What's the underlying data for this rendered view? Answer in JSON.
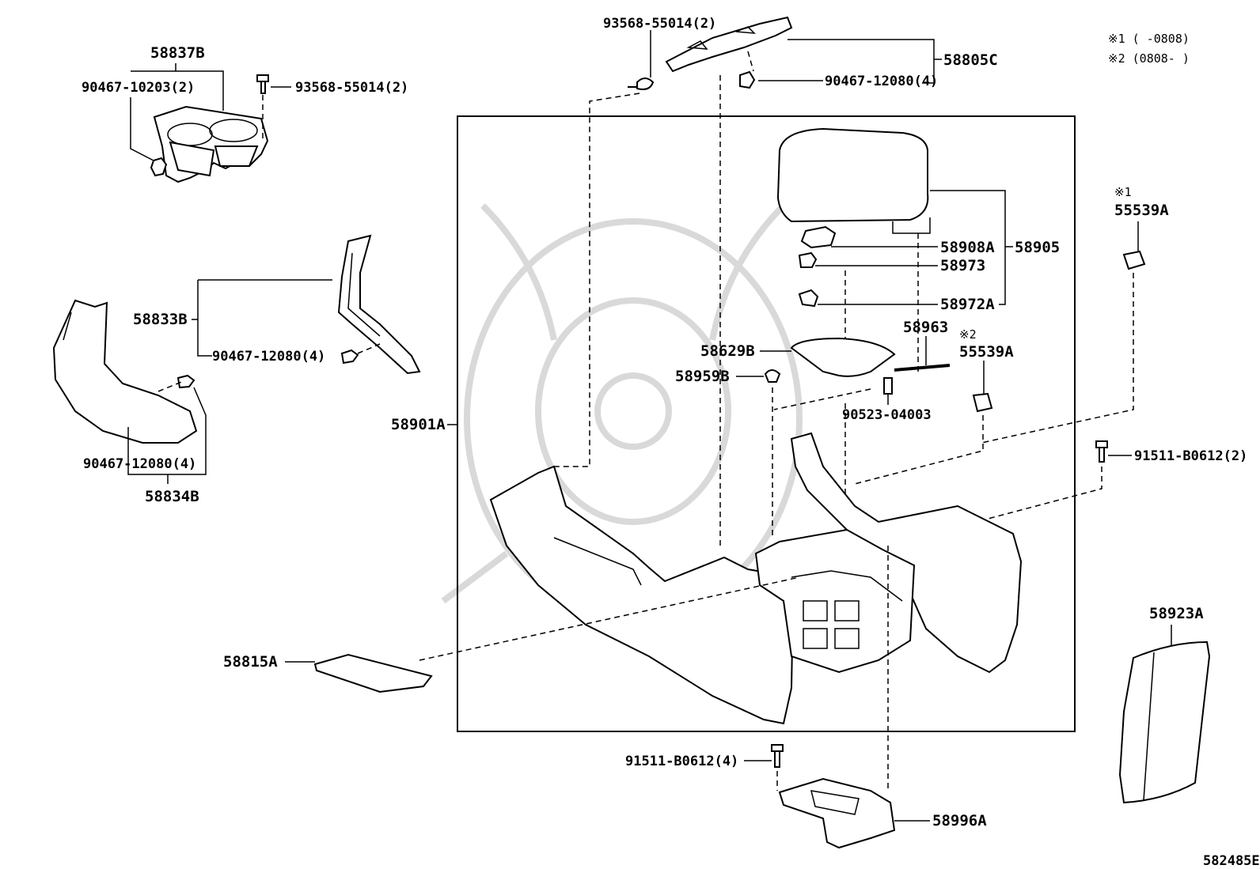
{
  "diagram": {
    "notes": {
      "note1": "※1 (   -0808)",
      "note2": "※2 (0808-   )"
    },
    "figure_id": "582485E",
    "labels": {
      "p93568_top": "93568-55014(2)",
      "p58805C": "58805C",
      "p90467_12080_top": "90467-12080(4)",
      "p58837B": "58837B",
      "p90467_10203": "90467-10203(2)",
      "p93568_left": "93568-55014(2)",
      "p58833B": "58833B",
      "p90467_12080_mid": "90467-12080(4)",
      "p90467_12080_low": "90467-12080(4)",
      "p58834B": "58834B",
      "p58905": "58905",
      "p58908A": "58908A",
      "p58973": "58973",
      "p58972A": "58972A",
      "p58963": "58963",
      "p58629B": "58629B",
      "p58959B": "58959B",
      "p90523": "90523-04003",
      "p55539A_2": "55539A",
      "mark2": "※2",
      "p55539A_1": "55539A",
      "mark1": "※1",
      "p91511_right": "91511-B0612(2)",
      "p58901A": "58901A",
      "p58815A": "58815A",
      "p58923A": "58923A",
      "p91511_bottom": "91511-B0612(4)",
      "p58996A": "58996A"
    }
  }
}
